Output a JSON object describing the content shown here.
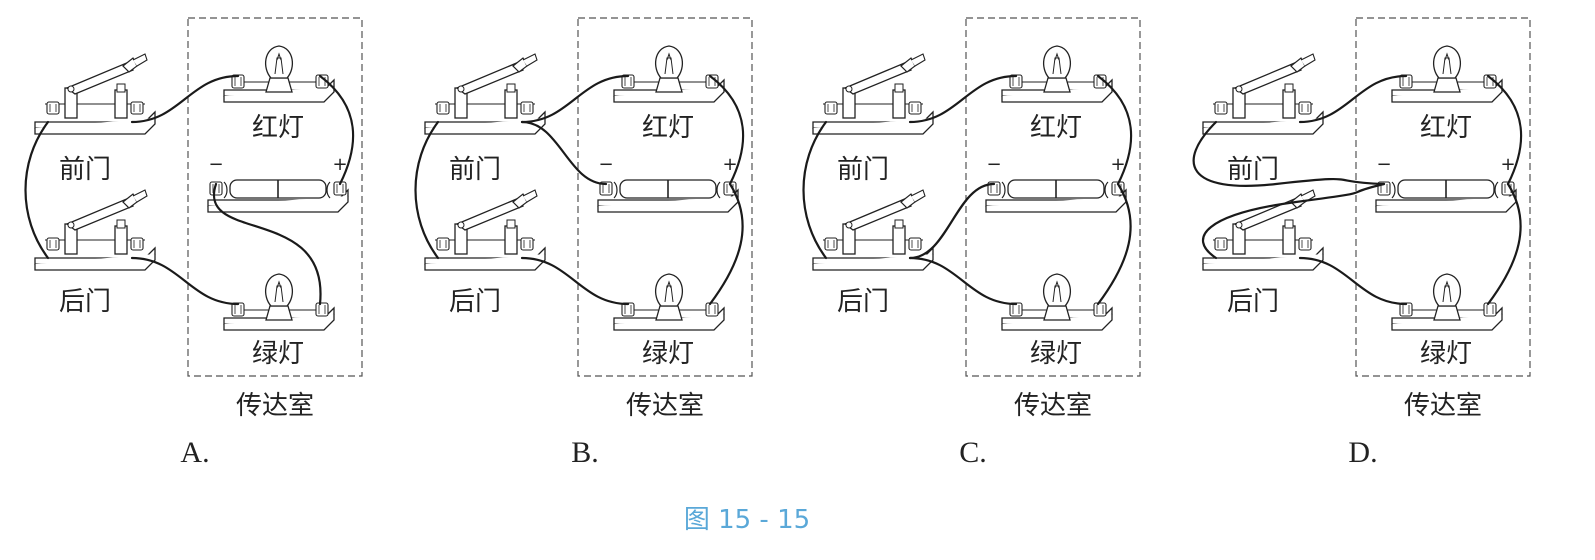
{
  "figure": {
    "caption": "图 15 - 15",
    "caption_color": "#5aa8d8",
    "ink_color": "#222222"
  },
  "labels": {
    "front_door": "前门",
    "back_door": "后门",
    "red_lamp": "红灯",
    "green_lamp": "绿灯",
    "room": "传达室",
    "battery_negative": "−",
    "battery_positive": "+"
  },
  "panels": [
    {
      "option": "A.",
      "wiring": [
        [
          "front_switch.left",
          "back_switch.left"
        ],
        [
          "front_switch.right",
          "red_lamp.left"
        ],
        [
          "red_lamp.right",
          "battery.positive"
        ],
        [
          "battery.negative",
          "green_lamp.right"
        ],
        [
          "back_switch.right",
          "green_lamp.left"
        ]
      ]
    },
    {
      "option": "B.",
      "wiring": [
        [
          "front_switch.left",
          "back_switch.left"
        ],
        [
          "front_switch.right",
          "red_lamp.left"
        ],
        [
          "front_switch.right",
          "battery.negative"
        ],
        [
          "red_lamp.right",
          "battery.positive"
        ],
        [
          "battery.positive",
          "green_lamp.right"
        ],
        [
          "back_switch.right",
          "green_lamp.left"
        ]
      ]
    },
    {
      "option": "C.",
      "wiring": [
        [
          "front_switch.left",
          "back_switch.left"
        ],
        [
          "front_switch.right",
          "red_lamp.left"
        ],
        [
          "back_switch.right",
          "battery.negative"
        ],
        [
          "back_switch.right",
          "green_lamp.left"
        ],
        [
          "red_lamp.right",
          "battery.positive"
        ],
        [
          "battery.positive",
          "green_lamp.right"
        ]
      ]
    },
    {
      "option": "D.",
      "wiring": [
        [
          "front_switch.left",
          "battery.negative"
        ],
        [
          "back_switch.left",
          "battery.negative"
        ],
        [
          "front_switch.right",
          "red_lamp.left"
        ],
        [
          "back_switch.right",
          "green_lamp.left"
        ],
        [
          "red_lamp.right",
          "battery.positive"
        ],
        [
          "battery.positive",
          "green_lamp.right"
        ]
      ]
    }
  ]
}
